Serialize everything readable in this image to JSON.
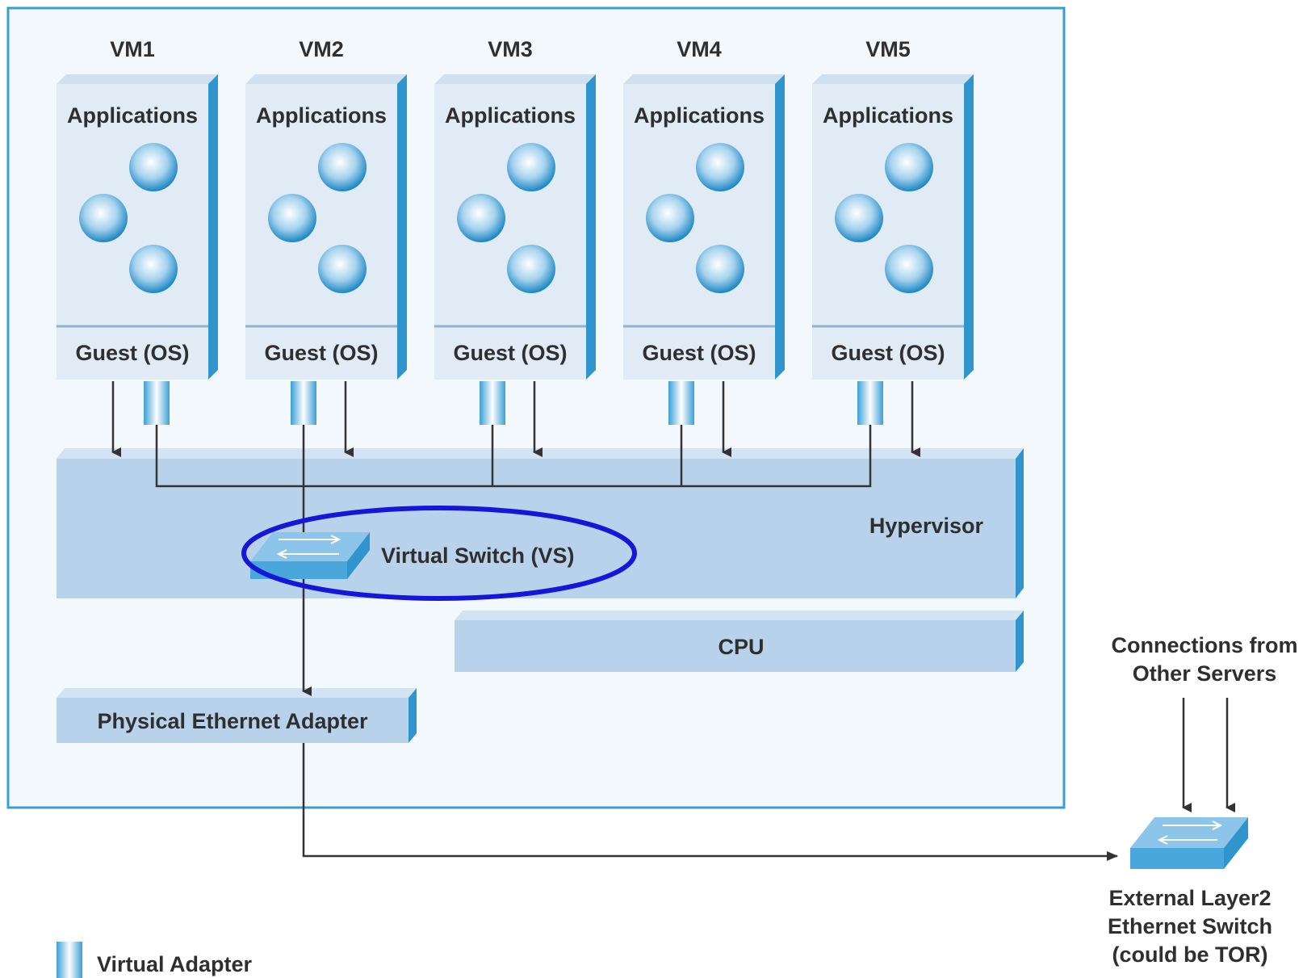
{
  "vms": [
    {
      "name": "VM1",
      "apps_label": "Applications",
      "os_label": "Guest (OS)"
    },
    {
      "name": "VM2",
      "apps_label": "Applications",
      "os_label": "Guest (OS)"
    },
    {
      "name": "VM3",
      "apps_label": "Applications",
      "os_label": "Guest (OS)"
    },
    {
      "name": "VM4",
      "apps_label": "Applications",
      "os_label": "Guest (OS)"
    },
    {
      "name": "VM5",
      "apps_label": "Applications",
      "os_label": "Guest (OS)"
    }
  ],
  "hypervisor": {
    "label": "Hypervisor"
  },
  "virtual_switch": {
    "label": "Virtual Switch (VS)"
  },
  "cpu": {
    "label": "CPU"
  },
  "physical_adapter": {
    "label": "Physical Ethernet Adapter"
  },
  "other_servers": {
    "line1": "Connections from",
    "line2": "Other Servers"
  },
  "external_switch": {
    "line1": "External Layer2",
    "line2": "Ethernet Switch",
    "line3": "(could be TOR)"
  },
  "legend": {
    "virtual_adapter": "Virtual Adapter"
  },
  "colors": {
    "frame_border": "#3a9fd0",
    "box_face": "#e1ebf6",
    "box_side": "#2f95cc",
    "bar_face": "#b9d2ec",
    "ring": "#1616d8",
    "line": "#333333"
  }
}
